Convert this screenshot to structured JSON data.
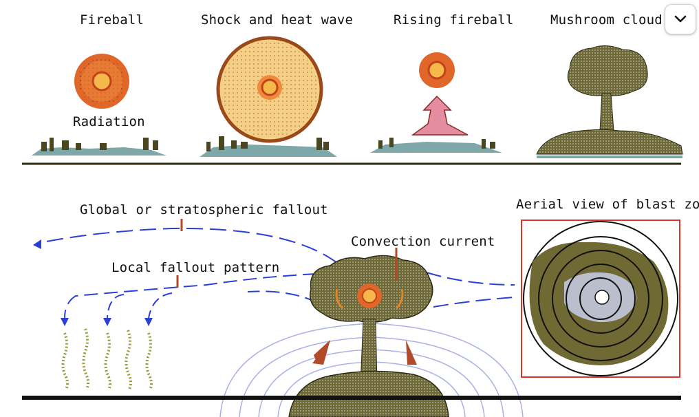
{
  "labels": {
    "fireball": "Fireball",
    "radiation": "Radiation",
    "shock_heat": "Shock and heat wave",
    "rising": "Rising fireball",
    "mushroom": "Mushroom cloud",
    "global_fallout": "Global or stratospheric fallout",
    "local_fallout": "Local fallout pattern",
    "convection": "Convection current",
    "aerial": "Aerial view of blast zone"
  },
  "colors": {
    "fireball_core": "#f5b84a",
    "fireball_ring": "#e0662a",
    "shock_fill": "#f6cf86",
    "cloud": "#6f6a33",
    "cloud_light": "#c9cde8",
    "arrow_blue": "#2b3fd6",
    "arrow_brown": "#b24a2a",
    "box_red": "#d8342a",
    "ground": "#111111"
  },
  "ui": {
    "expand_icon": "chevron-down-icon"
  }
}
